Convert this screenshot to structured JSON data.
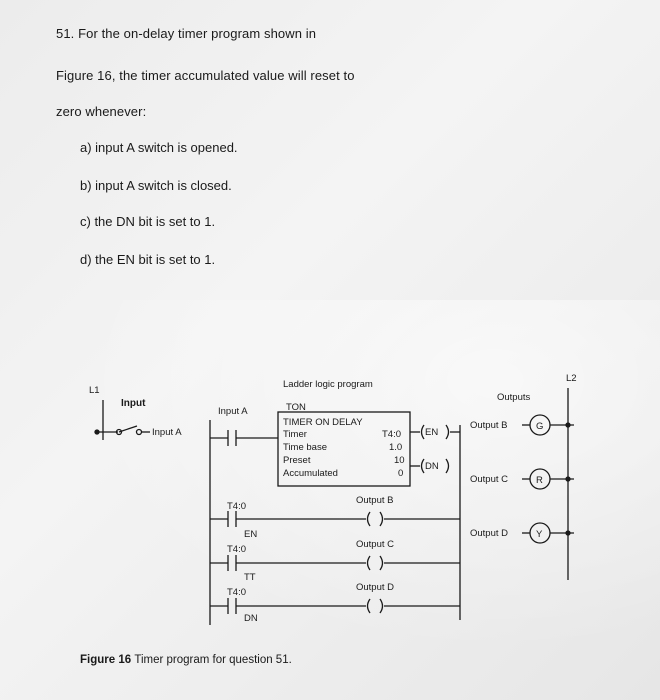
{
  "question": {
    "title": "51. For the on-delay timer program shown in",
    "line2": "Figure 16, the timer accumulated value will reset to",
    "line3": "zero whenever:",
    "options": [
      "a) input A switch is opened.",
      "b) input A switch is closed.",
      "c) the DN bit is set to 1.",
      "d) the EN bit is set to 1."
    ]
  },
  "diagram": {
    "l1": "L1",
    "l2": "L2",
    "heading": "Ladder logic program",
    "input_label": "Input",
    "input_switch": "Input A",
    "contact_label": "Input A",
    "outputs_label": "Outputs",
    "ton": {
      "title": "TON",
      "subtitle": "TIMER ON DELAY",
      "timer_label": "Timer",
      "timer_value": "T4:0",
      "timebase_label": "Time base",
      "timebase_value": "1.0",
      "preset_label": "Preset",
      "preset_value": "10",
      "accum_label": "Accumulated",
      "accum_value": "0",
      "en": "EN",
      "dn": "DN"
    },
    "rungs": [
      {
        "contact": "T4:0",
        "bit": "EN",
        "coil": "Output B"
      },
      {
        "contact": "T4:0",
        "bit": "TT",
        "coil": "Output C"
      },
      {
        "contact": "T4:0",
        "bit": "DN",
        "coil": "Output D"
      }
    ],
    "outputs": [
      {
        "label": "Output B",
        "lamp": "G"
      },
      {
        "label": "Output C",
        "lamp": "R"
      },
      {
        "label": "Output D",
        "lamp": "Y"
      }
    ]
  },
  "caption": {
    "bold": "Figure 16",
    "rest": "Timer program for question 51."
  }
}
